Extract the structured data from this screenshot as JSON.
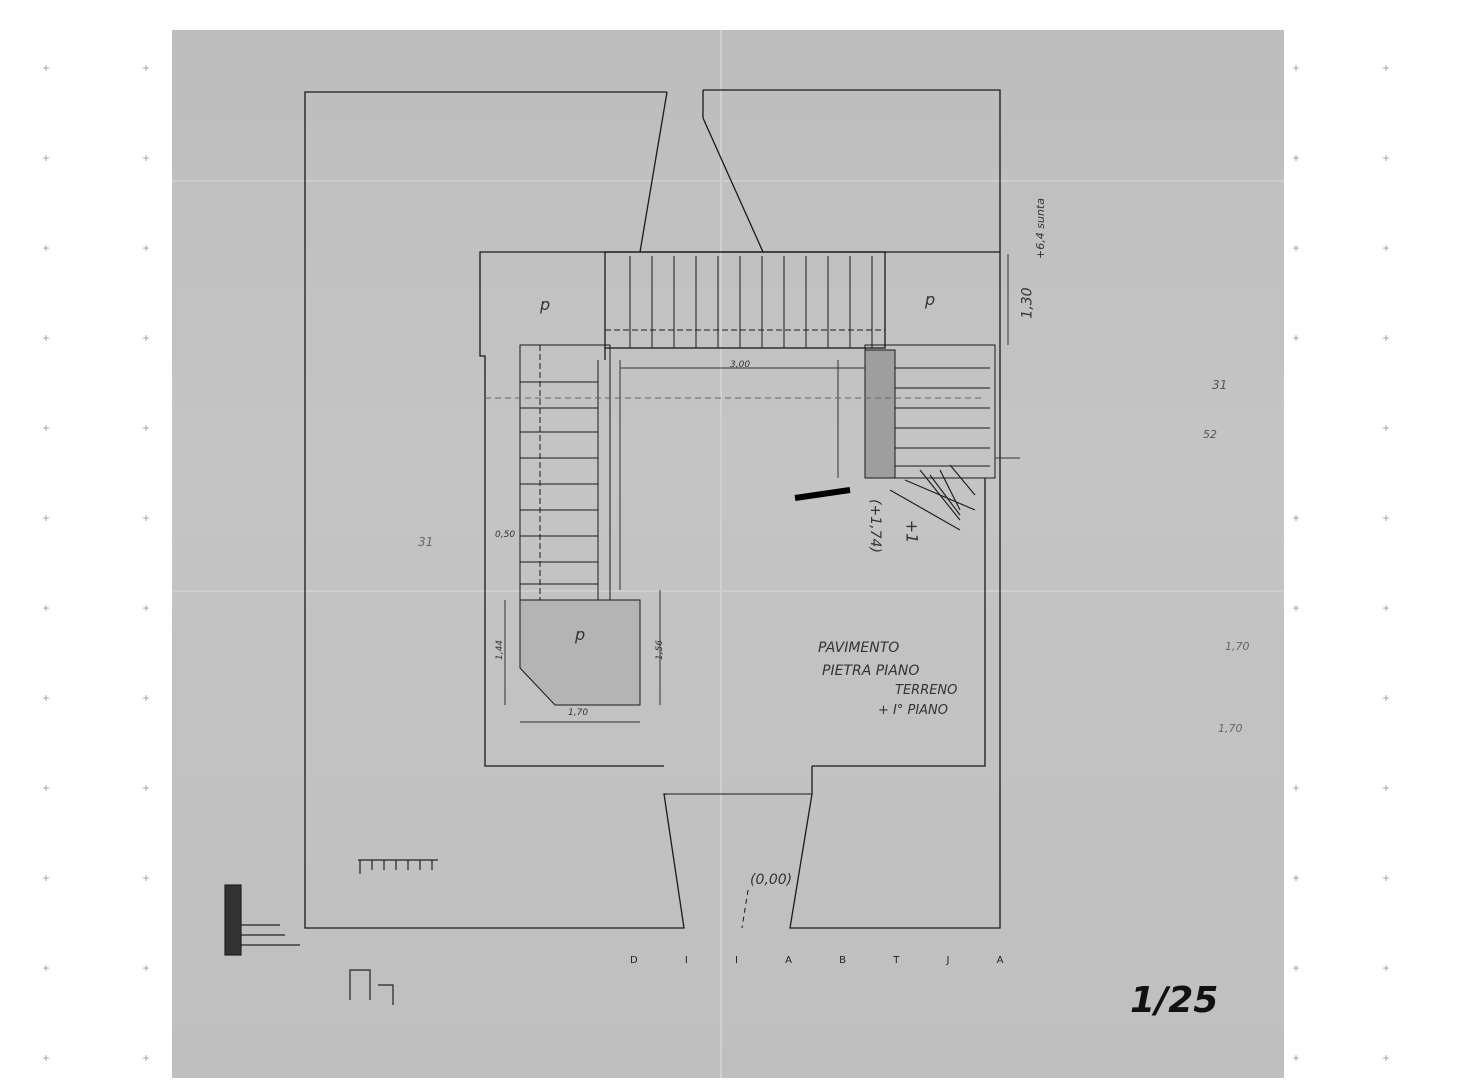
{
  "drawing": {
    "type": "architectural floor plan sketch (staircase)",
    "title_note": [
      "PAVIMENTO",
      "PIETRA PIANO",
      "TERRENO",
      "+ I° PIANO"
    ],
    "scale": "1/25",
    "entrance_level": "(0,00)",
    "level_marker": "(+1,74)",
    "level_marker_2": "+1",
    "dimension_right": "1,30",
    "dimension_top_right": "+6,4 sunta",
    "dimension_landing_width": "1,70",
    "dimension_corridor": "3,00",
    "dimension_left_stair": "0,50",
    "dimension_small": "1,44",
    "dimension_landing_depth": "1,56",
    "margin_notes": [
      "31",
      "31",
      "52",
      "1,70",
      "1,70"
    ],
    "bottom_lettering": "D  I  I  A  B  T  J  A",
    "landing_symbol": "p"
  },
  "colors": {
    "paper": "#c2c2c2",
    "background": "#ffffff",
    "ink": "#1a1a1a",
    "pencil": "#555555"
  }
}
